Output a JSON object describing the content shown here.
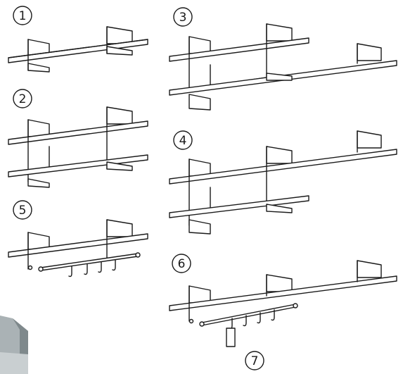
{
  "figure": {
    "labels": [
      "1",
      "2",
      "3",
      "4",
      "5",
      "6",
      "7"
    ]
  },
  "colors": {
    "line": "#1a1a1a",
    "background": "#ffffff",
    "corner_photo": "#9aa3a6"
  }
}
